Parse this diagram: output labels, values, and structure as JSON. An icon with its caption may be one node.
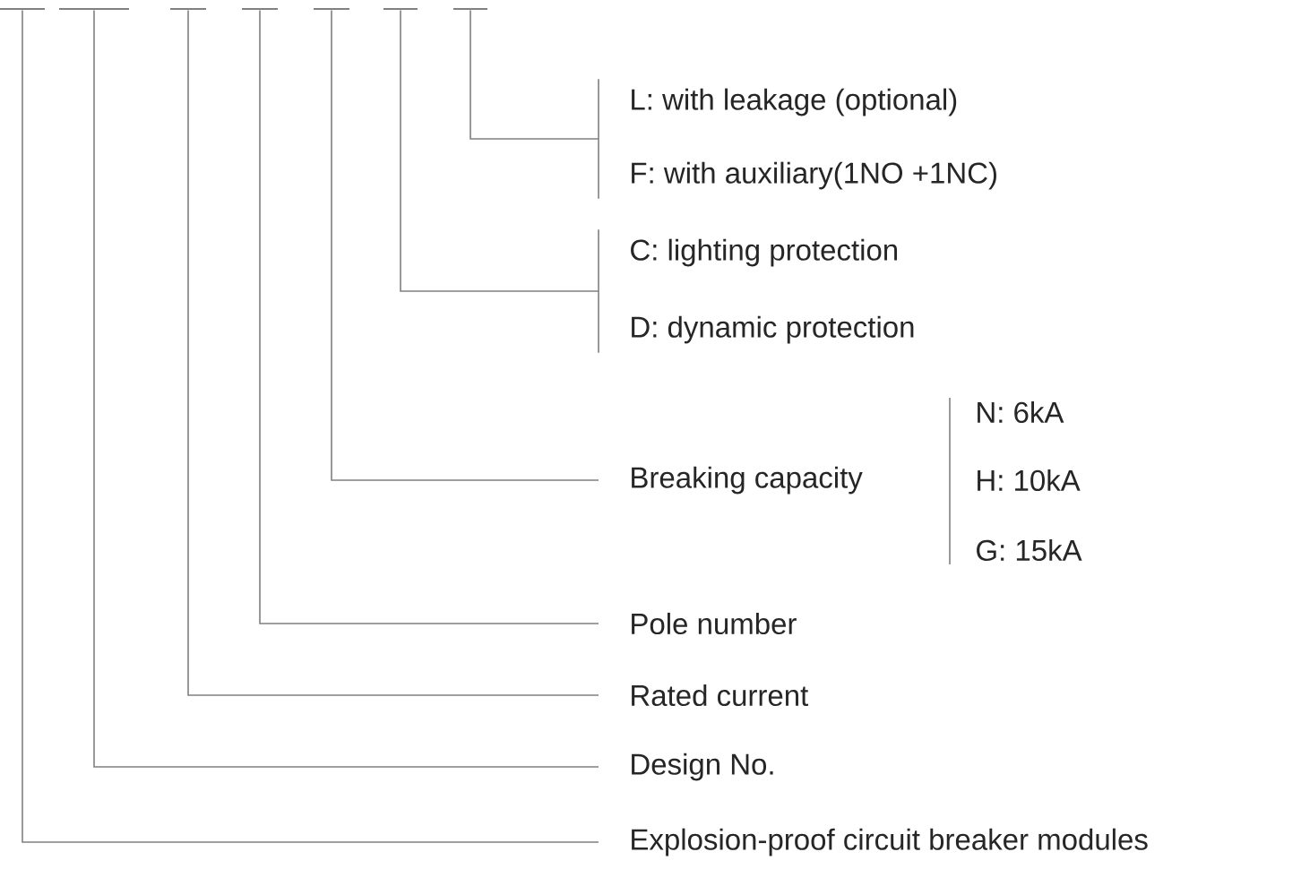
{
  "diagram": {
    "nodes": [
      {
        "text": [],
        "shape": "bar"
      },
      {
        "text": [],
        "shape": "bar"
      },
      {
        "text": [],
        "shape": "bar"
      },
      {
        "text": [],
        "shape": "bar"
      },
      {
        "text": [],
        "shape": "bar"
      },
      {
        "text": [],
        "shape": "bar"
      },
      {
        "text": [],
        "shape": "bar"
      },
      {
        "text": [
          "L: with leakage (optional)"
        ]
      },
      {
        "text": [
          "F: with auxiliary(1NO +1NC)"
        ]
      },
      {
        "text": [
          "C: lighting protection"
        ]
      },
      {
        "text": [
          "D: dynamic protection"
        ]
      },
      {
        "text": [
          "Breaking capacity"
        ],
        "beside": [
          "N: 6kA",
          "H: 10kA",
          "G: 15kA"
        ]
      },
      {
        "text": [
          "Pole number"
        ]
      },
      {
        "text": [
          "Rated current"
        ]
      },
      {
        "text": [
          "Design No."
        ]
      },
      {
        "text": [
          "Explosion-proof circuit breaker modules"
        ]
      }
    ],
    "edges": [
      {
        "from": 6,
        "to": 7,
        "arrow": "none"
      },
      {
        "from": 6,
        "to": 8,
        "arrow": "none"
      },
      {
        "from": 5,
        "to": 9,
        "arrow": "none"
      },
      {
        "from": 5,
        "to": 10,
        "arrow": "none"
      },
      {
        "from": 4,
        "to": 11,
        "arrow": "none"
      },
      {
        "from": 3,
        "to": 12,
        "arrow": "none"
      },
      {
        "from": 2,
        "to": 13,
        "arrow": "none"
      },
      {
        "from": 1,
        "to": 14,
        "arrow": "none"
      },
      {
        "from": 0,
        "to": 15,
        "arrow": "none"
      }
    ]
  }
}
